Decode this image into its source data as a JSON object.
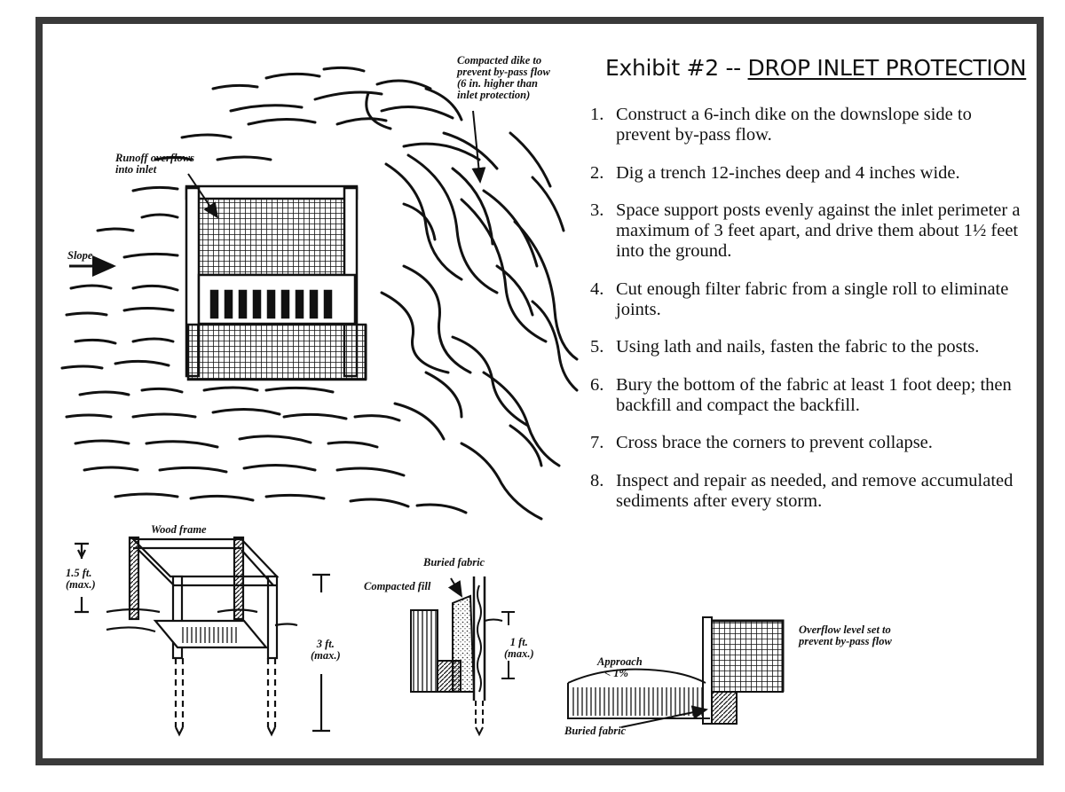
{
  "title": {
    "prefix": "Exhibit #2 -- ",
    "underlined": "DROP INLET PROTECTION"
  },
  "steps": [
    {
      "num": "1.",
      "text": "Construct a 6-inch dike on the downslope side to prevent by-pass flow."
    },
    {
      "num": "2.",
      "text": "Dig a trench 12-inches deep and 4 inches wide."
    },
    {
      "num": "3.",
      "text": "Space support posts evenly against the inlet perimeter a maximum of 3 feet apart, and drive them about 1½ feet into the ground."
    },
    {
      "num": "4.",
      "text": "Cut enough filter fabric from a single roll to eliminate joints."
    },
    {
      "num": "5.",
      "text": "Using lath and nails, fasten the fabric to the posts."
    },
    {
      "num": "6.",
      "text": "Bury the bottom of the fabric at least 1 foot deep; then backfill and compact the backfill."
    },
    {
      "num": "7.",
      "text": "Cross brace the corners to prevent collapse."
    },
    {
      "num": "8.",
      "text": "Inspect and repair as needed, and remove accumulated sediments after every storm."
    }
  ],
  "labels": {
    "dike_1": "Compacted dike to",
    "dike_2": "prevent by-pass flow",
    "dike_3": "(6 in. higher than",
    "dike_4": "inlet protection)",
    "runoff_1": "Runoff overflows",
    "runoff_2": "into inlet",
    "slope": "Slope",
    "wood_frame": "Wood frame",
    "h15_1": "1.5 ft.",
    "h15_2": "(max.)",
    "h3_1": "3 ft.",
    "h3_2": "(max.)",
    "buried_fabric_top": "Buried fabric",
    "compacted_fill": "Compacted fill",
    "h1_1": "1 ft.",
    "h1_2": "(max.)",
    "approach_1": "Approach",
    "approach_2": "< 1%",
    "buried_fabric_bottom": "Buried fabric",
    "overflow_1": "Overflow level set to",
    "overflow_2": "prevent by-pass flow"
  }
}
